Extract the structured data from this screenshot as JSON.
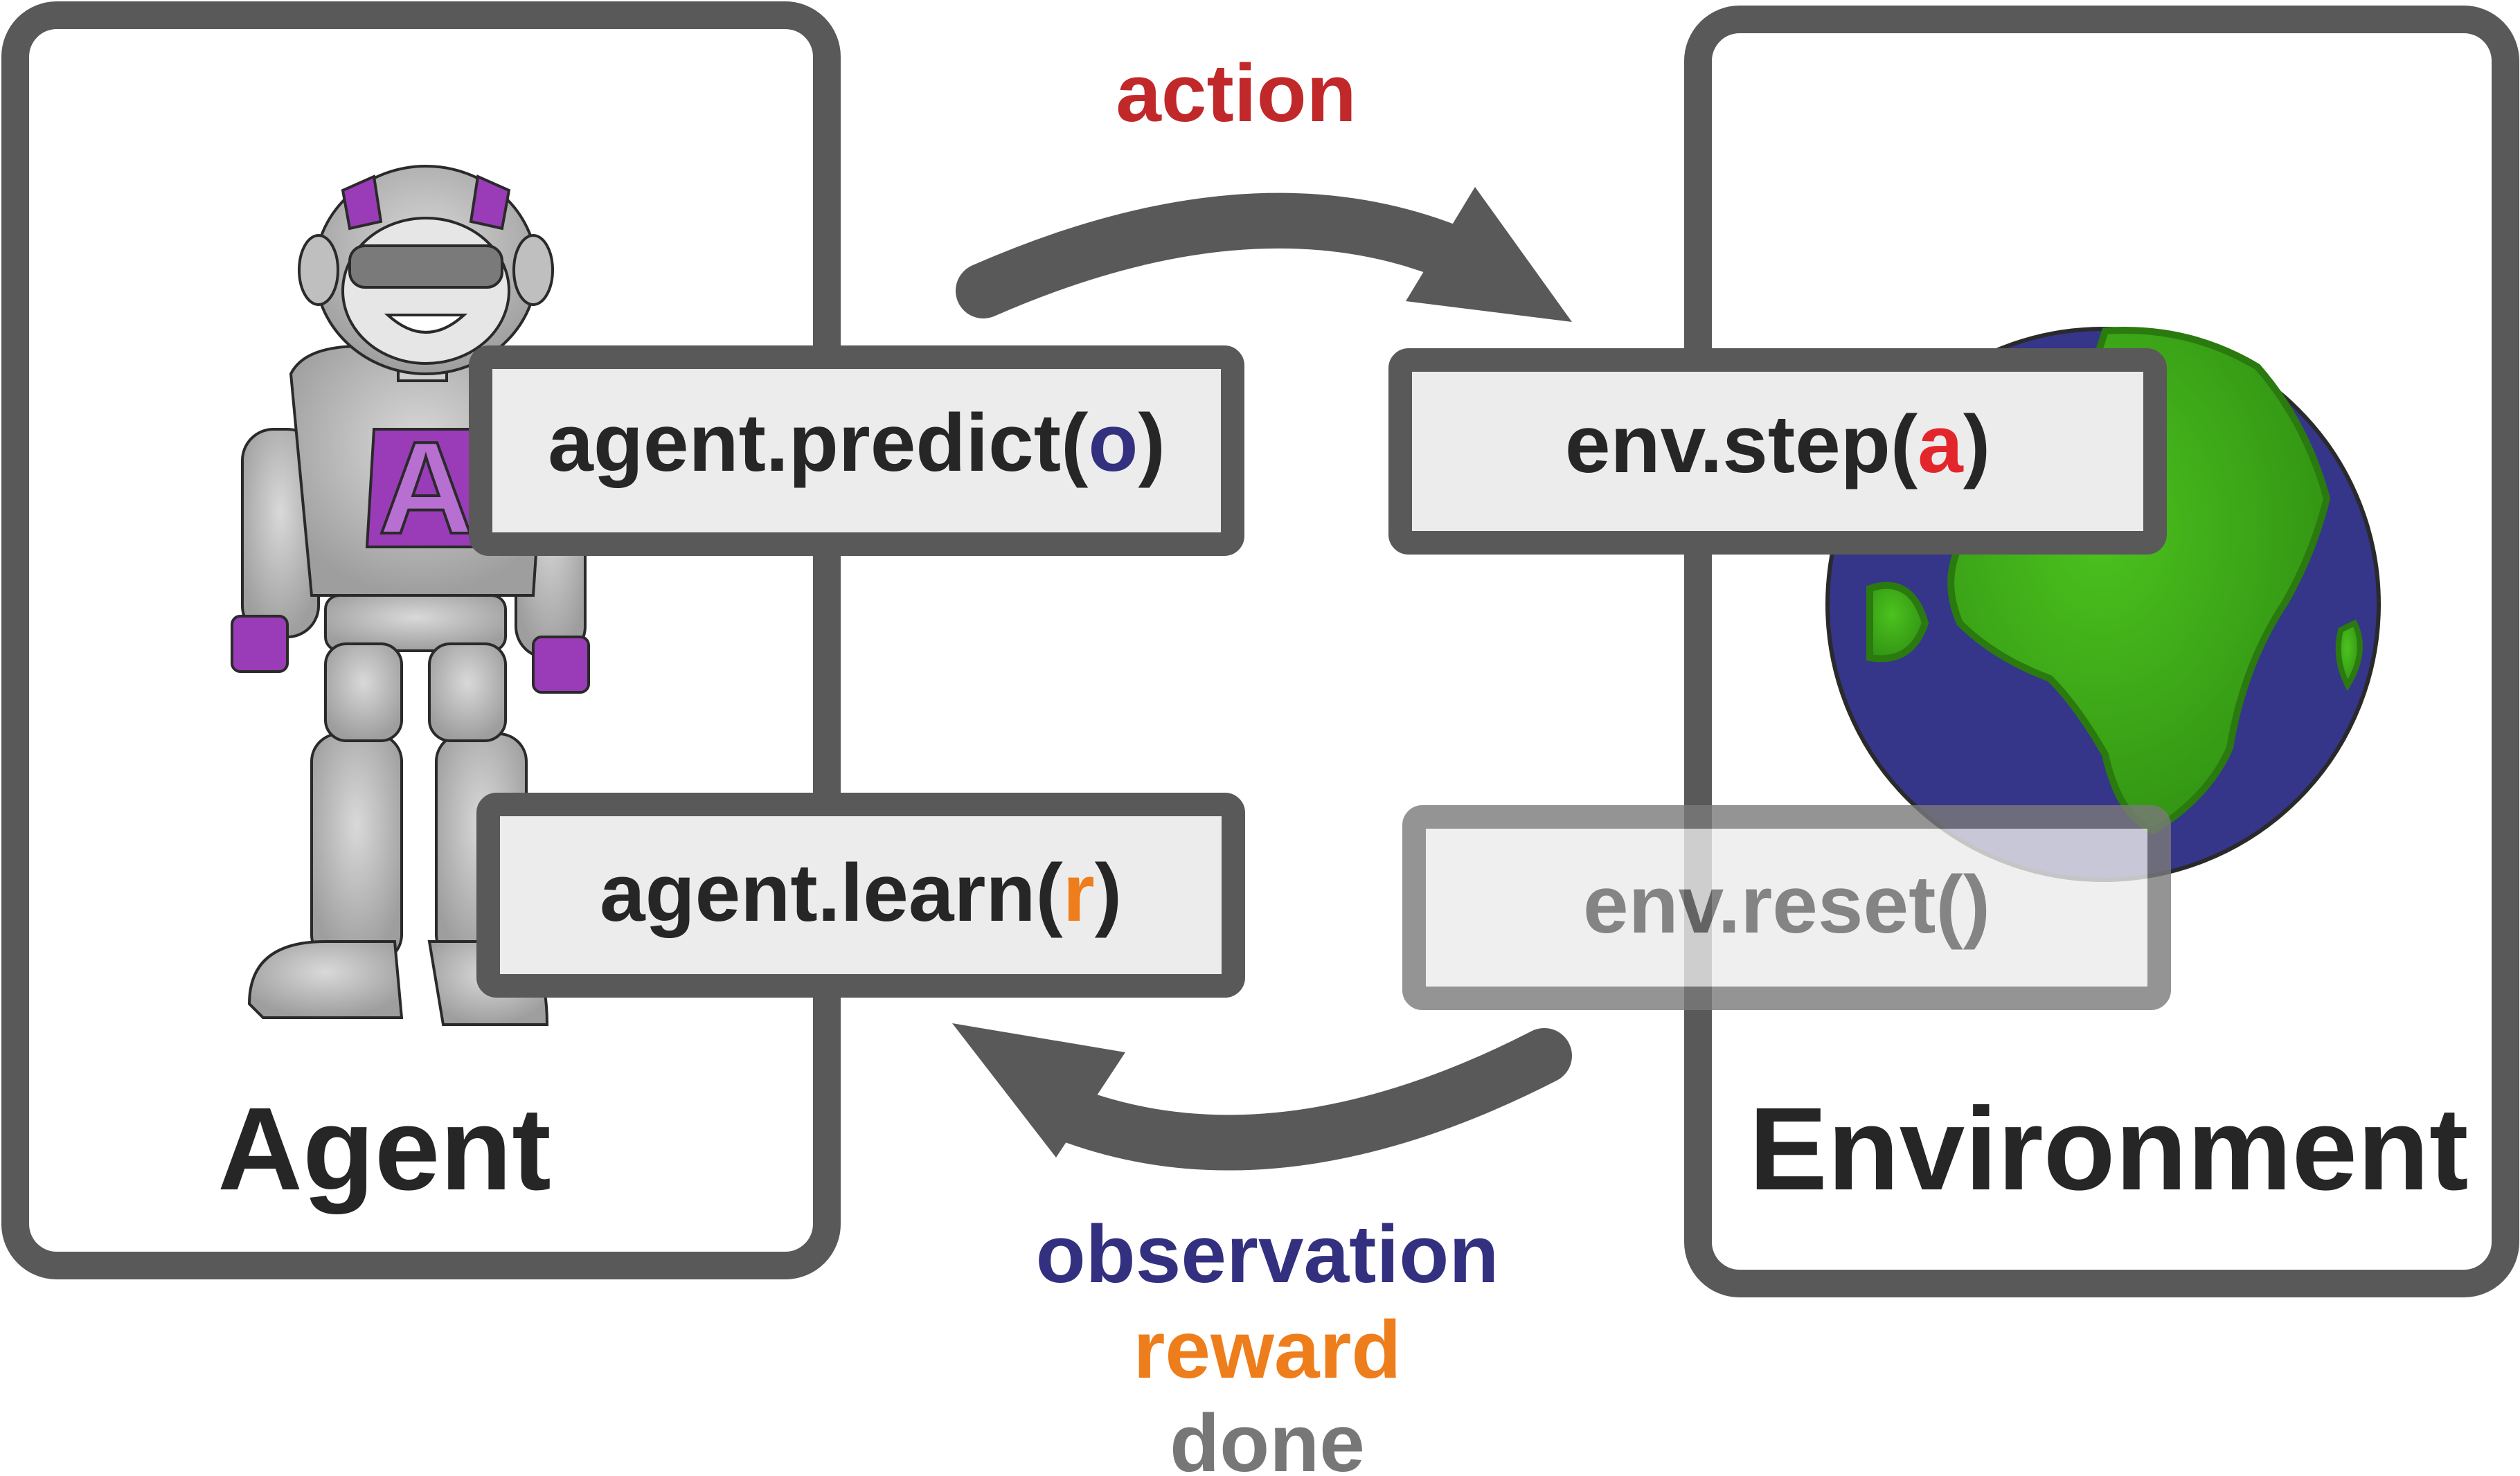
{
  "agent_panel": {
    "title": "Agent"
  },
  "environment_panel": {
    "title": "Environment"
  },
  "arrow_top": {
    "label": "action"
  },
  "arrow_bottom": {
    "labels": [
      "observation",
      "reward",
      "done"
    ]
  },
  "code_boxes": {
    "predict": {
      "prefix": "agent.predict(",
      "arg": "o",
      "suffix": ")"
    },
    "learn": {
      "prefix": "agent.learn(",
      "arg": "r",
      "suffix": ")"
    },
    "step": {
      "prefix": "env.step(",
      "arg": "a",
      "suffix": ")"
    },
    "reset": {
      "text": "env.reset()"
    }
  },
  "colors": {
    "frame": "#595959",
    "box_fill": "#ececec",
    "text_dark": "#262626",
    "action": "#c0282a",
    "observation": "#333080",
    "reward": "#ee7d1c",
    "done": "#777777",
    "action_arg": "#e3262b",
    "ocean": "#35358a",
    "land": "#3aa516",
    "robot_body": "#b8b8b8",
    "robot_accent": "#9a3cb8"
  },
  "icons": {
    "agent": "robot-icon",
    "environment": "globe-icon"
  }
}
